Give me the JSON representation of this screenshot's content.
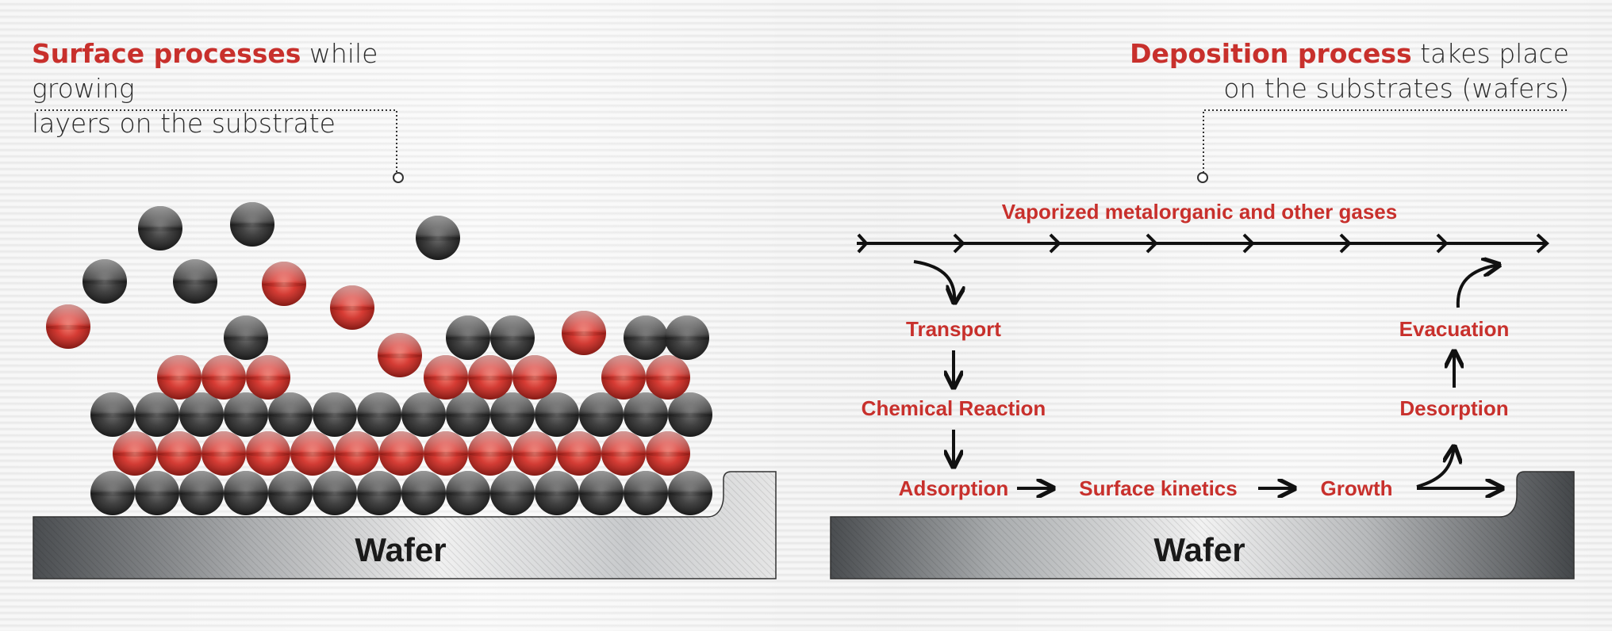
{
  "left_caption": {
    "highlight": "Surface processes",
    "rest_line1": " while growing",
    "line2": "layers on the substrate"
  },
  "right_caption": {
    "highlight": "Deposition process",
    "rest_line1": " takes place",
    "line2": "on the substrates (wafers)"
  },
  "left_panel": {
    "wafer_label": "Wafer"
  },
  "right_panel": {
    "wafer_label": "Wafer",
    "gas_flow_label": "Vaporized metalorganic and other gases",
    "steps": {
      "transport": "Transport",
      "chemical_reaction": "Chemical Reaction",
      "adsorption": "Adsorption",
      "surface_kinetics": "Surface kinetics",
      "growth": "Growth",
      "desorption": "Desorption",
      "evacuation": "Evacuation"
    }
  },
  "colors": {
    "accent_red": "#c8302c",
    "dark_atom": "#2a2a2a",
    "red_atom": "#d8362e"
  }
}
